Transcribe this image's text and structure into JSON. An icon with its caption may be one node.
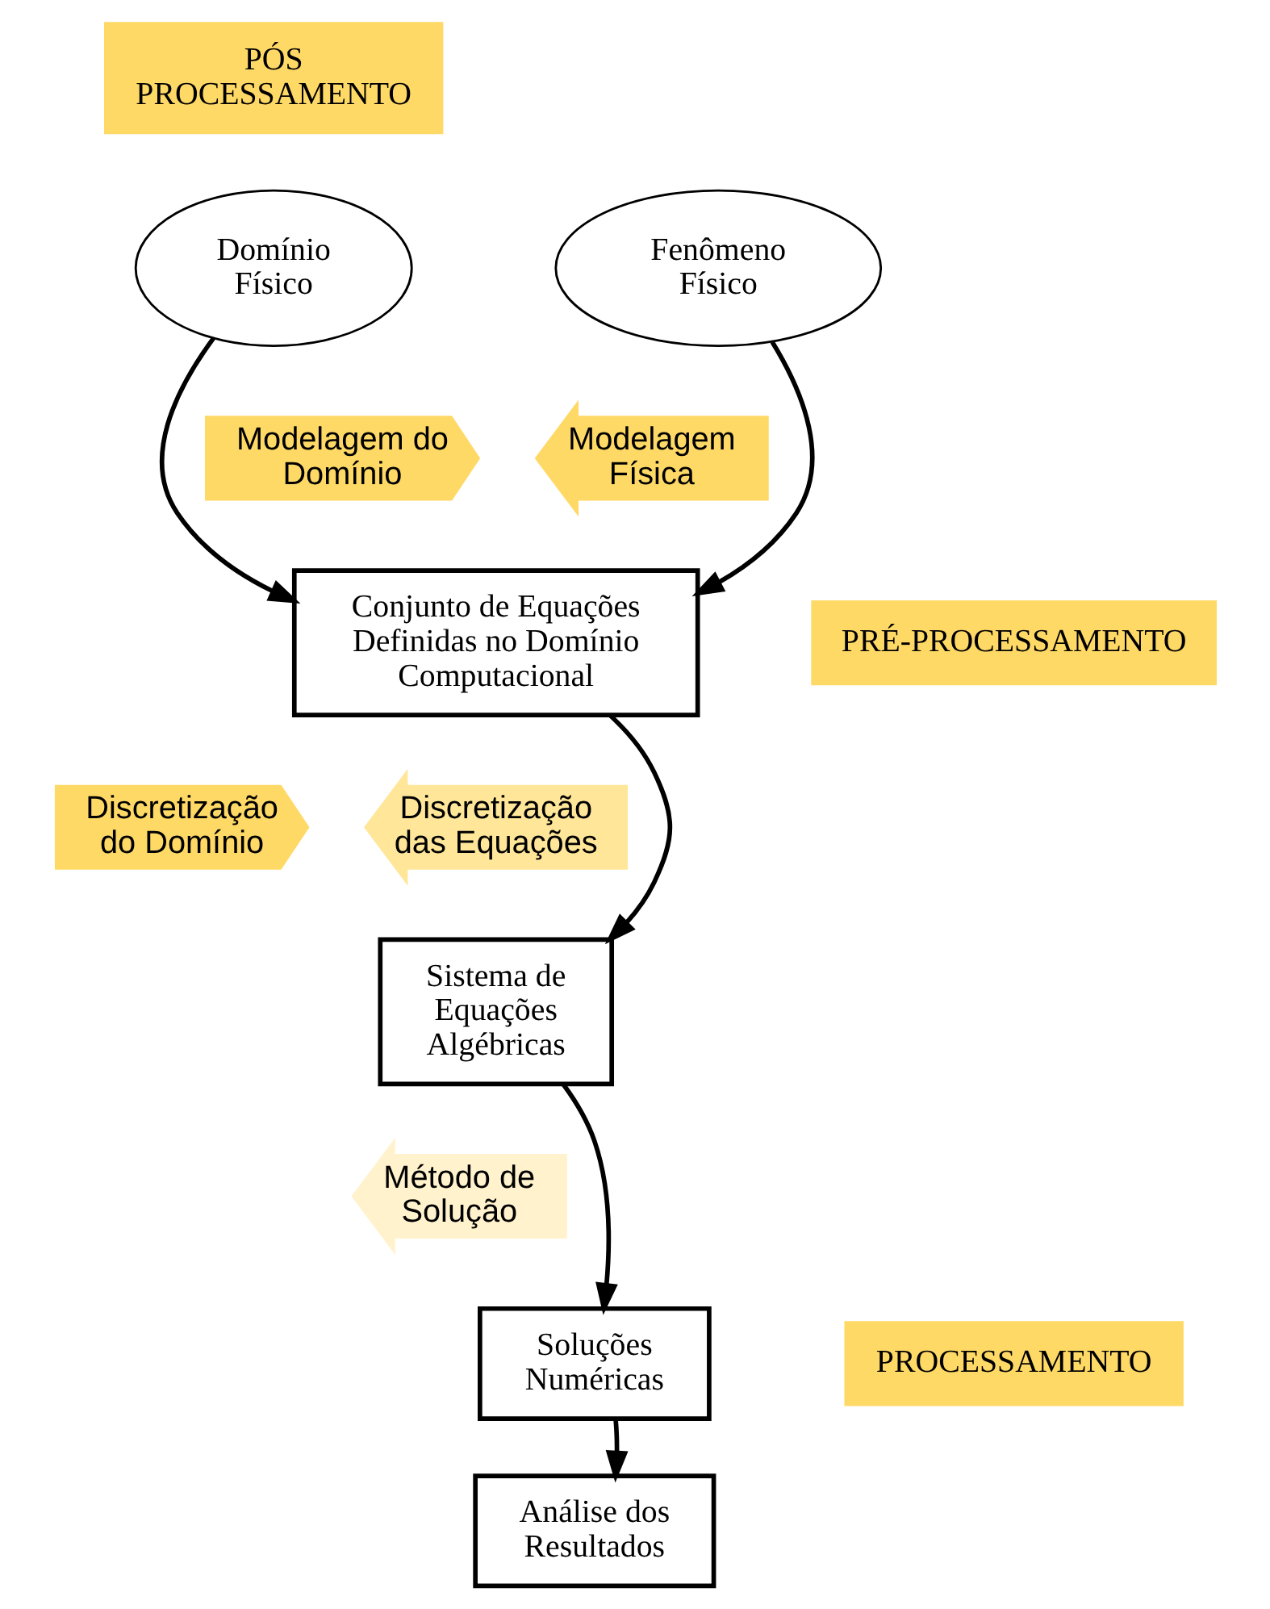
{
  "diagram": {
    "nodes": [
      {
        "text": [
          "Domínio Físico"
        ]
      },
      {
        "text": [
          "Fenômeno Físico"
        ]
      },
      {
        "text": [
          "Modelagem do Domínio"
        ]
      },
      {
        "text": [
          "Modelagem Física"
        ]
      },
      {
        "text": [
          "Conjunto de Equações Definidas no Domínio Computacional"
        ]
      },
      {
        "text": [
          "Discretização do Domínio"
        ]
      },
      {
        "text": [
          "Discretização das Equações"
        ]
      },
      {
        "text": [
          "Sistema de Equações Algébricas"
        ]
      },
      {
        "text": [
          "Método de Solução"
        ]
      },
      {
        "text": [
          "Soluções Numéricas"
        ]
      },
      {
        "text": [
          "Análise dos Resultados"
        ]
      },
      {
        "text": [
          "PRÉ-PROCESSAMENTO"
        ]
      },
      {
        "text": [
          "PROCESSAMENTO"
        ]
      },
      {
        "text": [
          "PÓS PROCESSAMENTO"
        ]
      }
    ],
    "edges": [
      {
        "from": 0,
        "to": 4,
        "arrow": "to"
      },
      {
        "from": 1,
        "to": 4,
        "arrow": "to"
      },
      {
        "from": 4,
        "to": 7,
        "arrow": "to"
      },
      {
        "from": 7,
        "to": 9,
        "arrow": "to"
      },
      {
        "from": 9,
        "to": 10,
        "arrow": "to"
      }
    ]
  }
}
